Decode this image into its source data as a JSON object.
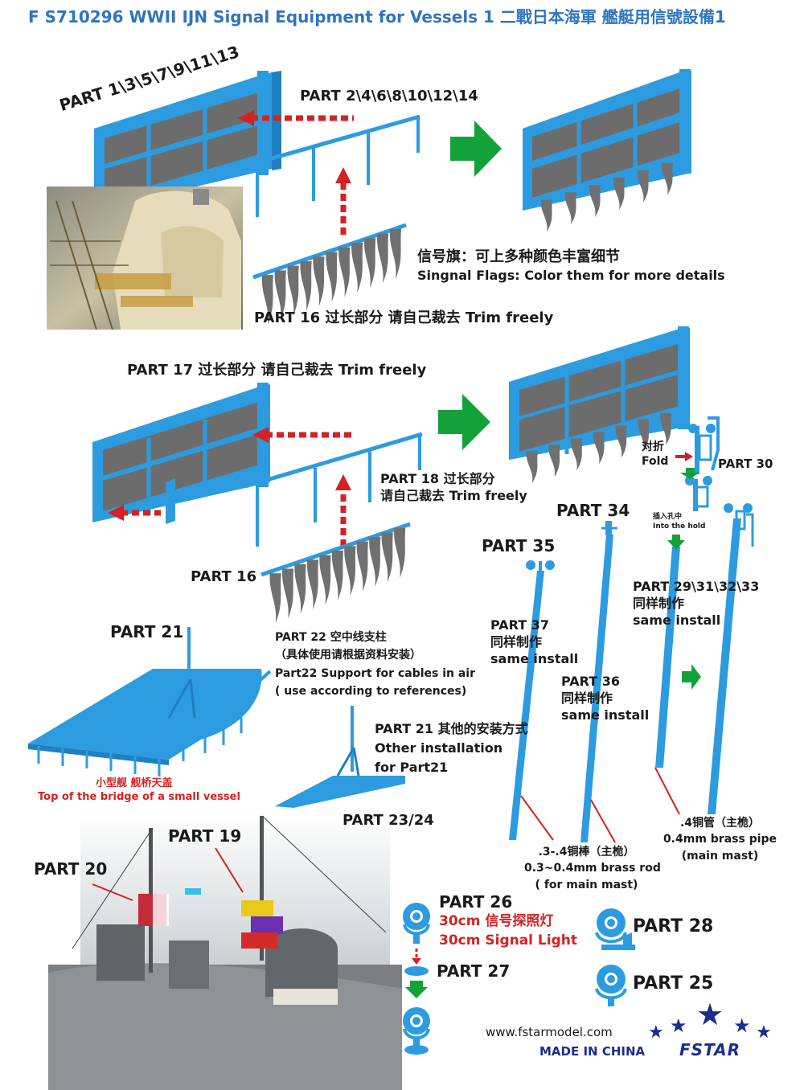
{
  "title": "F S710296 WWII IJN Signal Equipment for Vessels 1 二戰日本海軍 艦艇用信號設備1",
  "labels": {
    "part_1_13": "PART 1\\3\\5\\7\\9\\11\\13",
    "part_2_14": "PART 2\\4\\6\\8\\10\\12\\14",
    "flags_cn": "信号旗：可上多种颜色丰富细节",
    "flags_en": "Singnal Flags: Color them for more details",
    "part16_top": "PART 16  过长部分 请自己裁去 Trim freely",
    "part17": "PART 17 过长部分 请自己裁去 Trim freely",
    "part18_l1": "PART 18 过长部分",
    "part18_l2": "请自己裁去 Trim freely",
    "part16_mid": "PART 16",
    "fold_cn": "对折",
    "fold_en": "Fold",
    "part30": "PART 30",
    "part34": "PART 34",
    "into_cn": "插入孔中",
    "into_en": "Into the hold",
    "part35": "PART 35",
    "part29": "PART 29\\31\\32\\33",
    "part29_cn": "同样制作",
    "part29_en": "same install",
    "part37": "PART 37",
    "part37_cn": "同样制作",
    "part37_en": "same install",
    "part36": "PART 36",
    "part36_cn": "同样制作",
    "part36_en": "same install",
    "part21": "PART 21",
    "part22_l1": "PART 22 空中线支柱",
    "part22_l2": "（具体使用请根据资料安装）",
    "part22_l3": "Part22 Support for cables in air",
    "part22_l4": "( use according to references)",
    "part21b_l1": "PART 21 其他的安装方式",
    "part21b_l2": "Other installation",
    "part21b_l3": "for Part21",
    "bridge_cn": "小型舰 舰桥天盖",
    "bridge_en": "Top of the bridge of a small vessel",
    "part2324": "PART 23/24",
    "rod_l1": ".3-.4铜棒（主桅）",
    "rod_l2": "0.3~0.4mm brass rod",
    "rod_l3": "( for main mast)",
    "pipe_l1": ".4铜管（主桅）",
    "pipe_l2": "0.4mm brass pipe",
    "pipe_l3": "(main mast)",
    "part20": "PART 20",
    "part19": "PART 19",
    "part26": "PART 26",
    "light_cn": "30cm 信号探照灯",
    "light_en": "30cm Signal Light",
    "part27": "PART 27",
    "part28": "PART 28",
    "part25": "PART 25",
    "website": "www.fstarmodel.com",
    "made": "MADE IN CHINA",
    "brand": "FSTAR"
  },
  "colors": {
    "part_blue": "#2d9be0",
    "title_blue": "#2f74c0",
    "arrow_red": "#d42222",
    "arrow_green": "#13a23a",
    "flag_grey": "#707070",
    "star_blue": "#1b2d8f"
  }
}
